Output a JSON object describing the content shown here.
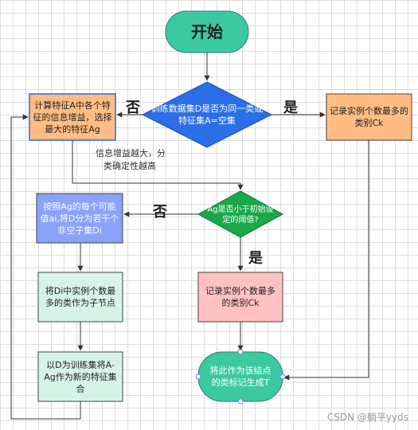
{
  "colors": {
    "teal": "#3cc9a1",
    "blue_diamond": "#2a6fe6",
    "green_diamond": "#1aa84a",
    "orange": "#ffbd83",
    "blue_rect": "#8aa2f9",
    "mint": "#d6f3e7",
    "pink": "#ffc1c1"
  },
  "nodes": {
    "start": "开始",
    "decision1": "训练数据集D是否为同一类或特征集A=空集",
    "compute": "计算特征A中各个特征的信息增益，选择最大的特征Ag",
    "record1": "记录实例个数最多的类别Ck",
    "decision2": "Ag是否小于初始设定的阈值?",
    "split": "按照Ag的每个可能值ai,将D分为若干个非空子集Di",
    "child": "将Di中实例个数最多的类作为子节点",
    "record2": "记录实例个数最多的类别Ck",
    "newset": "以D为训练集将A-Ag作为新的特征集合",
    "leaf": "将此作为该结点的类标记生成T"
  },
  "labels": {
    "no1": "否",
    "yes1": "是",
    "no2": "否",
    "yes2": "是",
    "note_line1": "信息增益越大，分",
    "note_line2": "类确定性越高"
  },
  "watermark": "CSDN @躺平yyds"
}
